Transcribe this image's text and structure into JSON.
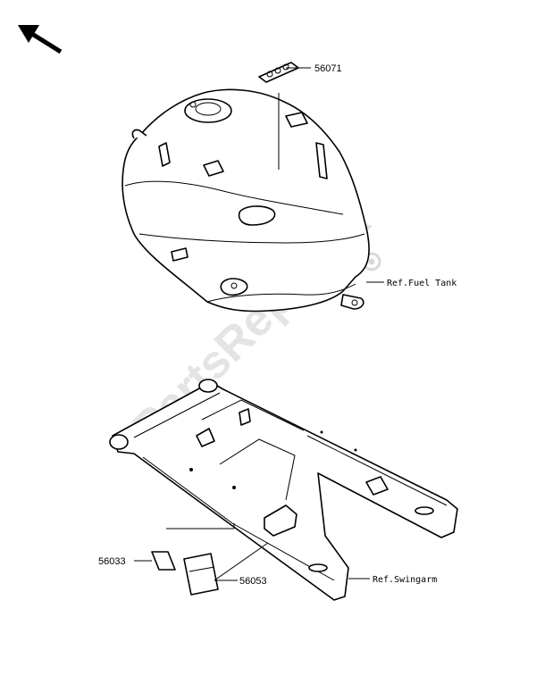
{
  "watermark": "PartsRepublik",
  "callouts": {
    "part_56071": "56071",
    "part_56033": "56033",
    "part_56053": "56053",
    "ref_fuel_tank": "Ref.Fuel Tank",
    "ref_swingarm": "Ref.Swingarm"
  },
  "icons": {
    "direction": "arrow-up-left-icon",
    "watermark_logo": "gear-icon"
  }
}
